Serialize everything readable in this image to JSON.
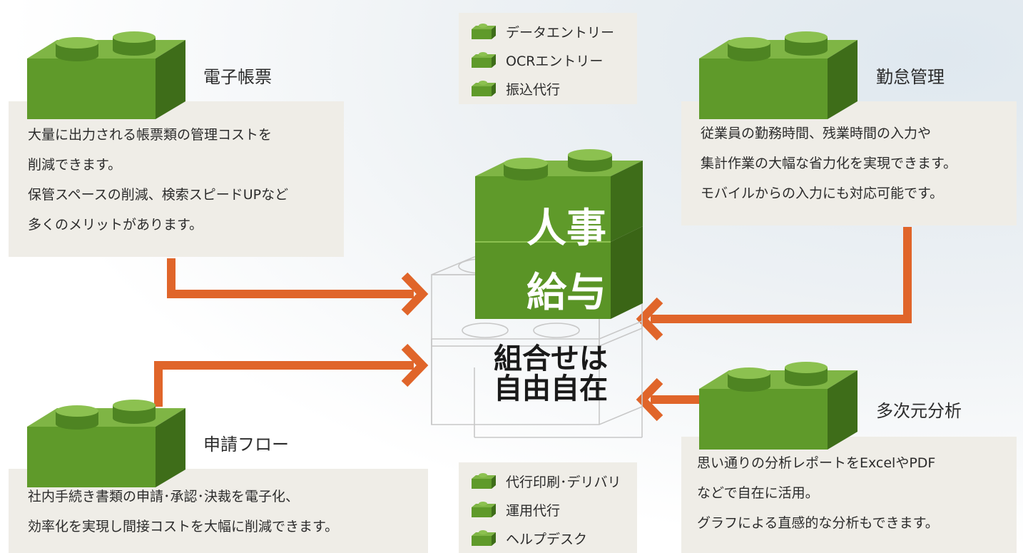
{
  "modules": {
    "denshi": {
      "title": "電子帳票",
      "lines": [
        "大量に出力される帳票類の管理コストを",
        "削減できます。",
        "保管スペースの削減、検索スピードUPなど",
        "多くのメリットがあります。"
      ]
    },
    "kintai": {
      "title": "勤怠管理",
      "lines": [
        "従業員の勤務時間、残業時間の入力や",
        "集計作業の大幅な省力化を実現できます。",
        "モバイルからの入力にも対応可能です。"
      ]
    },
    "shinsei": {
      "title": "申請フロー",
      "lines": [
        "社内手続き書類の申請･承認･決裁を電子化、",
        "効率化を実現し間接コストを大幅に削減できます。"
      ]
    },
    "tajigen": {
      "title": "多次元分析",
      "lines": [
        "思い通りの分析レポートをExcelやPDF",
        "などで自在に活用。",
        "グラフによる直感的な分析もできます。"
      ]
    }
  },
  "services_top": [
    "データエントリー",
    "OCRエントリー",
    "振込代行"
  ],
  "services_bottom": [
    "代行印刷･デリバリ",
    "運用代行",
    "ヘルプデスク"
  ],
  "center": {
    "block_top": "人事",
    "block_bottom": "給与",
    "tagline_1": "組合せは",
    "tagline_2": "自由自在"
  },
  "colors": {
    "brick_green": "#5f9a2a",
    "brick_dark": "#3e6d19",
    "arrow_orange": "#e0652a",
    "panel_bg": "#efede7"
  }
}
